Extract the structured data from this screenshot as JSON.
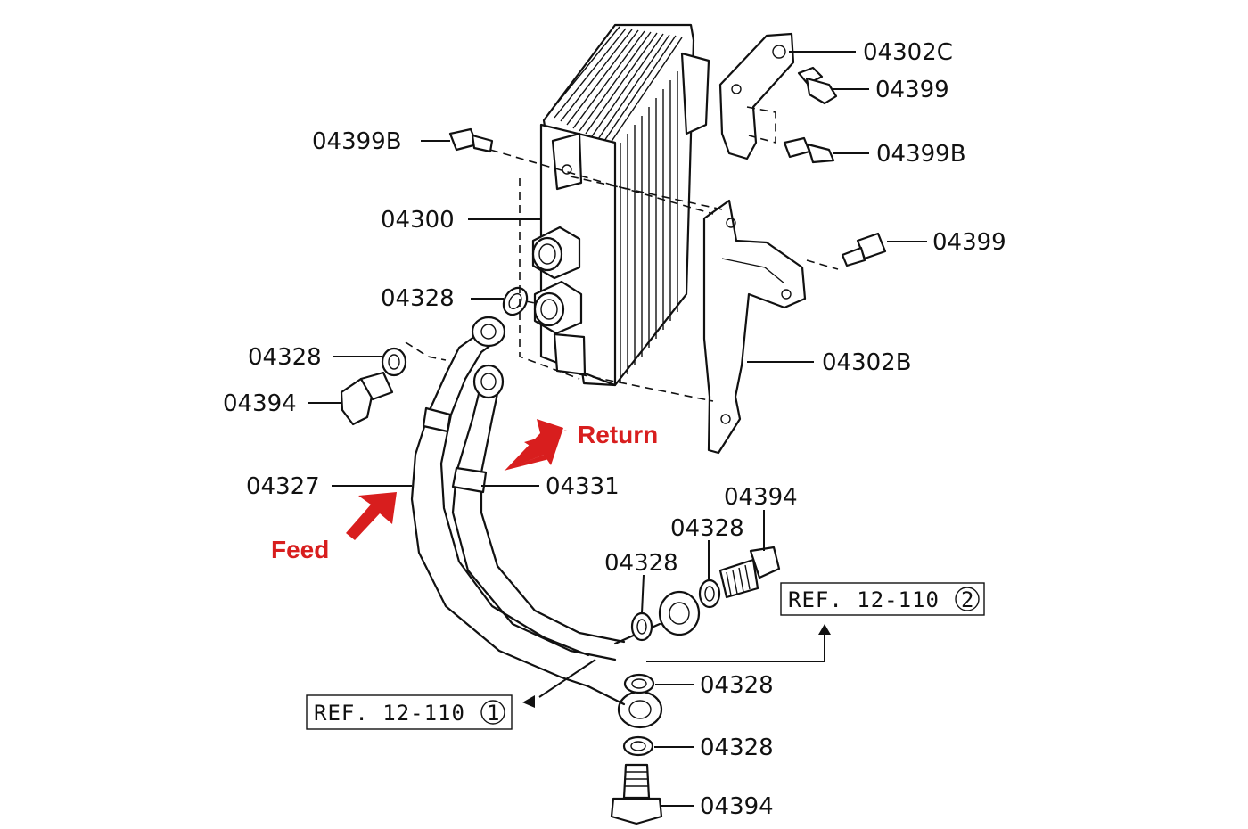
{
  "colors": {
    "line": "#111111",
    "accent": "#d81e1e",
    "background": "#ffffff"
  },
  "labels": {
    "bracket_c": "04302C",
    "bolt_top": "04399",
    "bolt_b_left": "04399B",
    "bolt_b_right": "04399B",
    "cooler": "04300",
    "bolt_right": "04399",
    "washer_upper": "04328",
    "washer_left": "04328",
    "bracket_b": "04302B",
    "plug_left": "04394",
    "hose_feed": "04327",
    "hose_return": "04331",
    "eye_bolt_right": "04394",
    "washer_right_outer": "04328",
    "washer_right_inner": "04328",
    "washer_lower_1": "04328",
    "washer_lower_2": "04328",
    "eye_bolt_bottom": "04394"
  },
  "refs": {
    "ref_right": {
      "text": "REF. 12-110",
      "num": "2"
    },
    "ref_left": {
      "text": "REF. 12-110",
      "num": "1"
    }
  },
  "annotations": {
    "return": "Return",
    "feed": "Feed"
  }
}
